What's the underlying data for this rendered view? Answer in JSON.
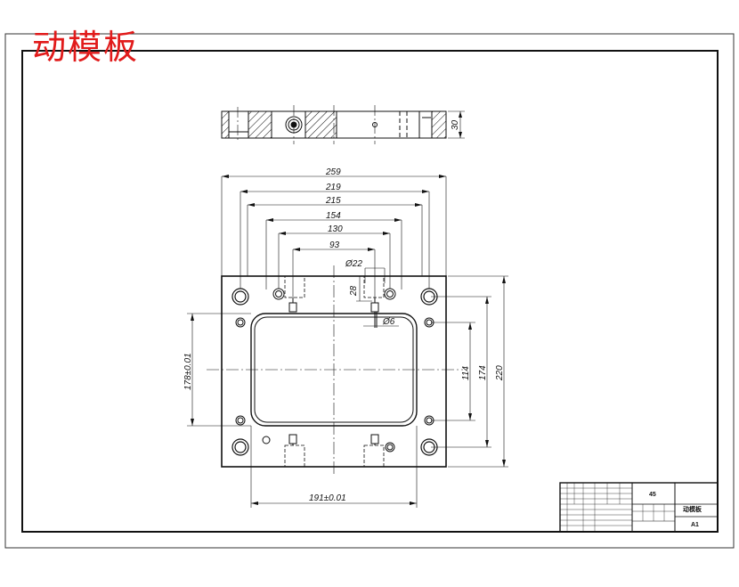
{
  "drawing": {
    "title": "动模板",
    "accent_color": "#e11b1b",
    "line_color": "#111111"
  },
  "dimensions": {
    "d259": "259",
    "d219": "219",
    "d215": "215",
    "d154": "154",
    "d130": "130",
    "d93": "93",
    "phi22": "Ø22",
    "d28": "28",
    "phi6": "Ø6",
    "d178": "178±0.01",
    "d114": "114",
    "d174": "174",
    "d220": "220",
    "d191": "191±0.01",
    "thick30": "30"
  },
  "title_block": {
    "material": "45",
    "part_name": "动模板",
    "sheet_size": "A1"
  }
}
